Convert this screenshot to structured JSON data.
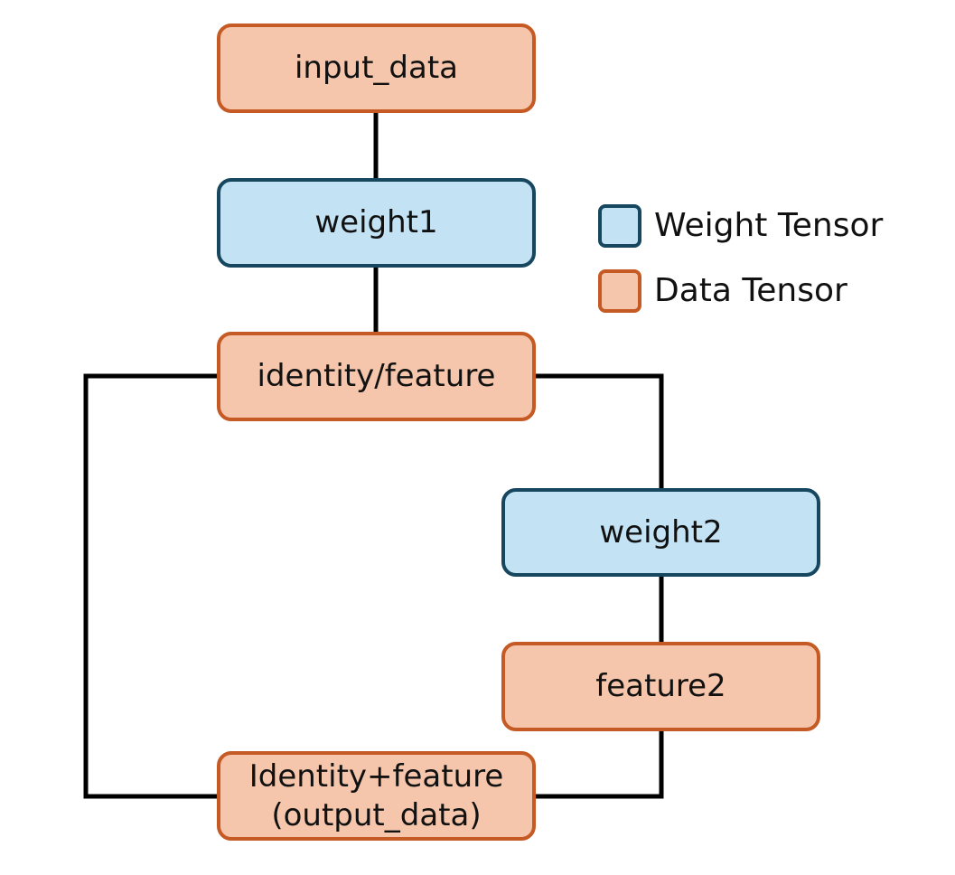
{
  "colors": {
    "data_fill": "#f5c6ab",
    "data_border": "#c55a25",
    "weight_fill": "#c3e3f4",
    "weight_border": "#17475f",
    "edge": "#000000"
  },
  "nodes": {
    "input_data": {
      "label": "input_data",
      "kind": "data"
    },
    "weight1": {
      "label": "weight1",
      "kind": "weight"
    },
    "identity_feature": {
      "label": "identity/feature",
      "kind": "data"
    },
    "weight2": {
      "label": "weight2",
      "kind": "weight"
    },
    "feature2": {
      "label": "feature2",
      "kind": "data"
    },
    "output": {
      "label_line1": "Identity+feature",
      "label_line2": "(output_data)",
      "kind": "data"
    }
  },
  "edges": [
    {
      "from": "input_data",
      "to": "weight1"
    },
    {
      "from": "weight1",
      "to": "identity_feature"
    },
    {
      "from": "identity_feature",
      "to": "weight2"
    },
    {
      "from": "weight2",
      "to": "feature2"
    },
    {
      "from": "feature2",
      "to": "output"
    },
    {
      "from": "identity_feature",
      "to": "output"
    }
  ],
  "legend": {
    "weight_label": "Weight Tensor",
    "data_label": "Data Tensor"
  }
}
